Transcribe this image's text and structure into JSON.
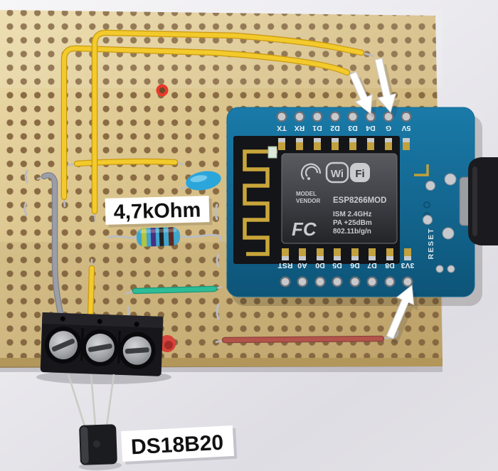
{
  "labels": {
    "resistor": "4,7kOhm",
    "sensor": "DS18B20"
  },
  "d1_mini": {
    "top_pins": [
      "TX",
      "RX",
      "D1",
      "D2",
      "D3",
      "D4",
      "G",
      "5V"
    ],
    "bottom_pins": [
      "RST",
      "A0",
      "D0",
      "D5",
      "D6",
      "D7",
      "D8",
      "3V3"
    ],
    "reset_label": "RESET",
    "shield": {
      "logo_wi": "Wi",
      "logo_fi": "Fi",
      "model": "MODEL",
      "vendor": "VENDOR",
      "chip": "ESP8266MOD",
      "fcc": "FC",
      "spec_line1": "ISM 2.4GHz",
      "spec_line2": "PA +25dBm",
      "spec_line3": "802.11b/g/n"
    }
  },
  "colors": {
    "background_top": "#f6f5f7",
    "background_bottom": "#dedde3",
    "perfboard": "#d8c189",
    "perfboard_hole": "#8a6b44",
    "pcb_blue": "#136a96",
    "esp_black": "#141519",
    "shield_gray": "#3f4247",
    "antenna_gold": "#c9a63b",
    "wire_yellow": "#f3ca2c",
    "wire_gray": "#9b9ea6",
    "wire_green": "#2cbd97",
    "wire_red": "#b2544a",
    "resistor_body": "#3fa6cd",
    "capacitor_blue": "#2aa6db",
    "terminal_black": "#17171b",
    "arrow_white": "#ffffff",
    "label_bg": "#ffffff",
    "label_text": "#111111",
    "silkscreen": "#eef3f6",
    "red_mark": "#e8392b"
  }
}
